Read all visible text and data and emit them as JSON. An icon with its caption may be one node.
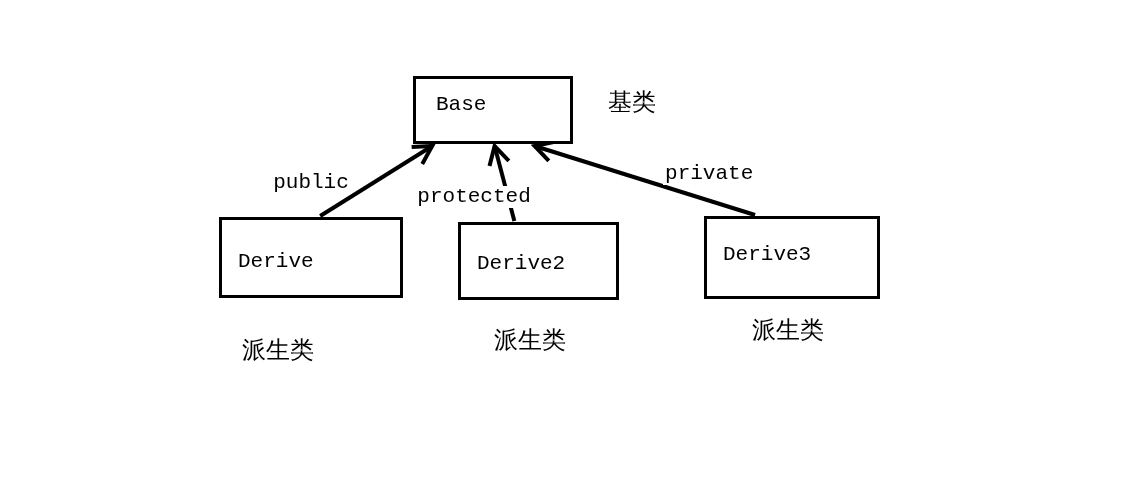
{
  "diagram": {
    "nodes": [
      {
        "text": [
          "Base"
        ],
        "beside": [
          "基类"
        ]
      },
      {
        "text": [
          "Derive"
        ],
        "beside": [
          "派生类"
        ]
      },
      {
        "text": [
          "Derive2"
        ],
        "beside": [
          "派生类"
        ]
      },
      {
        "text": [
          "Derive3"
        ],
        "beside": [
          "派生类"
        ]
      }
    ],
    "edges": [
      {
        "from": 1,
        "to": 0,
        "arrow": "to",
        "label": "public"
      },
      {
        "from": 2,
        "to": 0,
        "arrow": "to",
        "label": "protected"
      },
      {
        "from": 3,
        "to": 0,
        "arrow": "to",
        "label": "private"
      }
    ]
  }
}
